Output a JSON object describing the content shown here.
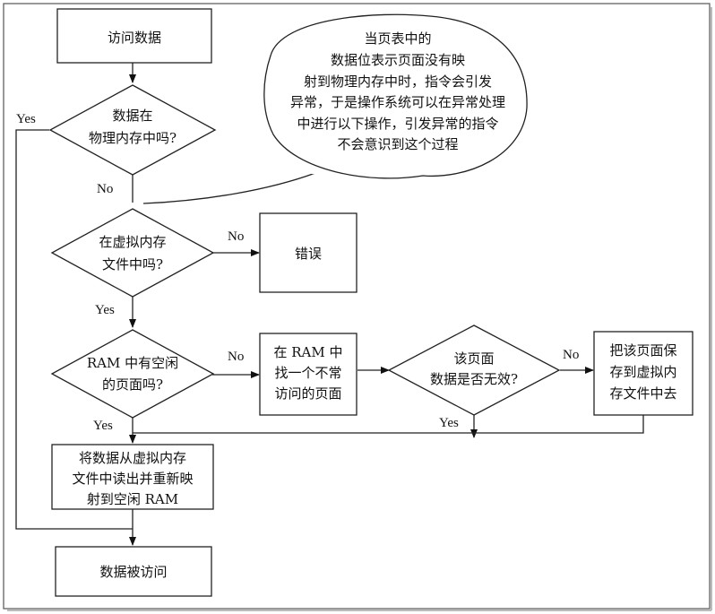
{
  "nodes": {
    "access_data": "访问数据",
    "in_memory": [
      "数据在",
      "物理内存中吗?"
    ],
    "callout": [
      "当页表中的",
      "数据位表示页面没有映",
      "射到物理内存中时，指令会引发",
      "异常，于是操作系统可以在异常处理",
      "中进行以下操作，引发异常的指令",
      "不会意识到这个过程"
    ],
    "in_vm_file": [
      "在虚拟内存",
      "文件中吗?"
    ],
    "error": "错误",
    "ram_free": [
      "RAM 中有空闲",
      "的页面吗?"
    ],
    "find_page": [
      "在 RAM 中",
      "找一个不常",
      "访问的页面"
    ],
    "page_dirty": [
      "该页面",
      "数据是否无效?"
    ],
    "save_page": [
      "把该页面保",
      "存到虚拟内",
      "存文件中去"
    ],
    "load_data": [
      "将数据从虚拟内存",
      "文件中读出并重新映",
      "射到空闲 RAM"
    ],
    "data_accessed": "数据被访问"
  },
  "edges": {
    "mem_yes": "Yes",
    "mem_no": "No",
    "vm_no": "No",
    "vm_yes": "Yes",
    "ram_no": "No",
    "ram_yes": "Yes",
    "dirty_no": "No",
    "dirty_yes": "Yes"
  }
}
